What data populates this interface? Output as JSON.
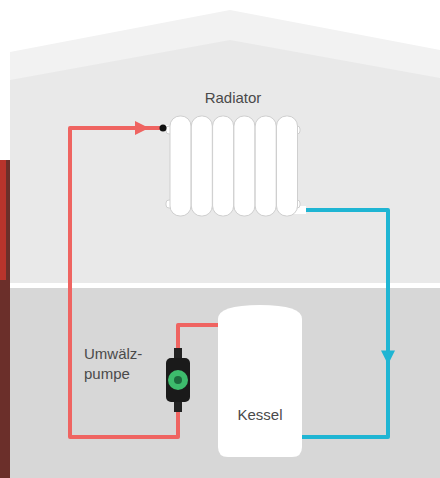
{
  "diagram": {
    "nodes": [
      {
        "text": [
          "Radiator"
        ]
      },
      {
        "text": [
          "Umwälz- pumpe"
        ]
      },
      {
        "text": [
          "Kessel"
        ]
      }
    ],
    "edges": [
      {
        "from": 2,
        "to": 1,
        "arrow": "none"
      },
      {
        "from": 1,
        "to": 0,
        "arrow": "to"
      },
      {
        "from": 0,
        "to": 2,
        "arrow": "to"
      }
    ]
  }
}
